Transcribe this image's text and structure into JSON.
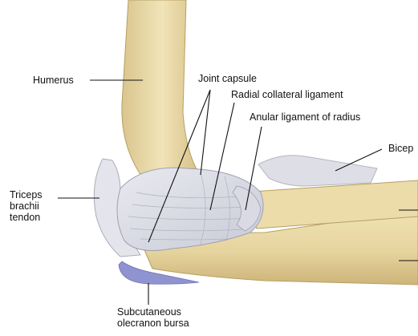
{
  "labels": {
    "humerus": "Humerus",
    "joint_capsule": "Joint capsule",
    "radial_collateral_ligament": "Radial collateral ligament",
    "anular_ligament_of_radius": "Anular ligament of radius",
    "biceps": "Bicep",
    "triceps_line1": "Triceps",
    "triceps_line2": "brachii",
    "triceps_line3": "tendon",
    "bursa_line1": "Subcutaneous",
    "bursa_line2": "olecranon bursa"
  }
}
